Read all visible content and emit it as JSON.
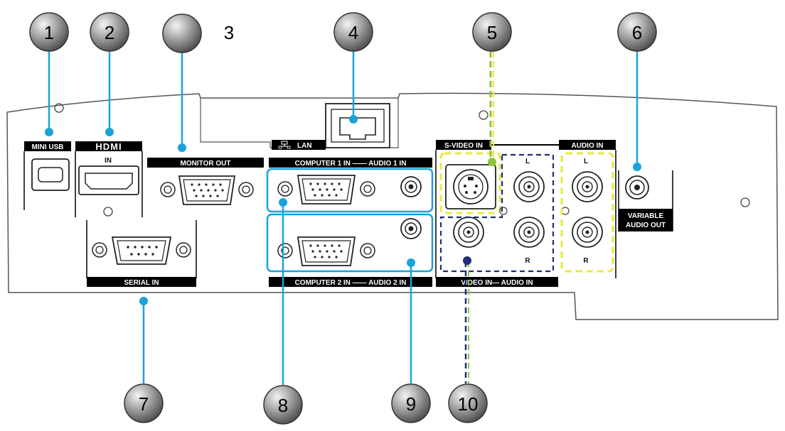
{
  "callouts": [
    {
      "id": "1",
      "text": "1"
    },
    {
      "id": "2",
      "text": "2"
    },
    {
      "id": "3",
      "text": "3"
    },
    {
      "id": "4",
      "text": "4"
    },
    {
      "id": "5",
      "text": "5"
    },
    {
      "id": "6",
      "text": "6"
    },
    {
      "id": "7",
      "text": "7"
    },
    {
      "id": "8",
      "text": "8"
    },
    {
      "id": "9",
      "text": "9"
    },
    {
      "id": "10",
      "text": "10"
    }
  ],
  "labels": {
    "mini_usb": "MINI USB",
    "hdmi": "HDMI",
    "hdmi_in": "IN",
    "monitor_out": "MONITOR OUT",
    "lan": "LAN",
    "computer1": "COMPUTER 1 IN —— AUDIO 1 IN",
    "computer2": "COMPUTER 2 IN —— AUDIO 2 IN",
    "svideo_in": "S-VIDEO IN",
    "audio_in": "AUDIO IN",
    "video_audio_in": "VIDEO IN— AUDIO IN",
    "variable_audio_out_1": "VARIABLE",
    "variable_audio_out_2": "AUDIO OUT",
    "serial_in": "SERIAL IN",
    "left": "L",
    "right": "R"
  },
  "colors": {
    "cyan": "#1aa3d9",
    "green_dash": "#8cc63f",
    "yellow_dash": "#e8ea3a",
    "navy_dash": "#1f2d7a",
    "callout_gray": "#7a7a7a"
  }
}
